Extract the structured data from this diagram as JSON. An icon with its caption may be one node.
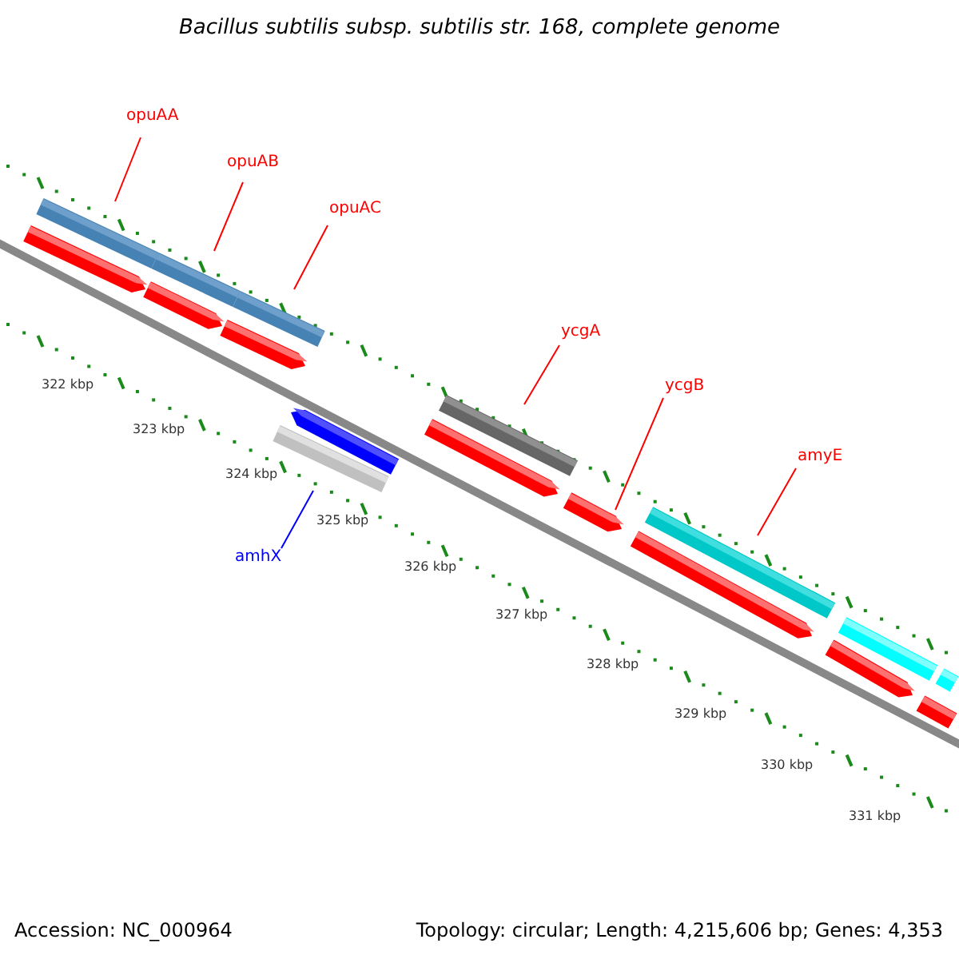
{
  "diagram": {
    "title": "Bacillus subtilis subsp. subtilis str. 168, complete genome",
    "nodes": [
      {
        "text": [
          "opuAA"
        ]
      },
      {
        "text": [],
        "shape": "bar"
      },
      {
        "text": [
          "opuAB"
        ]
      },
      {
        "text": [],
        "shape": "bar"
      },
      {
        "text": [
          "opuAC"
        ]
      },
      {
        "text": [],
        "shape": "bar"
      },
      {
        "text": [
          "ycgA"
        ]
      },
      {
        "text": [],
        "shape": "bar"
      },
      {
        "text": [
          "ycgB"
        ]
      },
      {
        "text": [],
        "shape": "bar"
      },
      {
        "text": [
          "amyE"
        ]
      },
      {
        "text": [],
        "shape": "bar"
      },
      {
        "text": [
          "amhX"
        ]
      },
      {
        "text": [],
        "shape": "bar"
      }
    ],
    "edges": [
      {
        "from": 0,
        "to": 1,
        "arrow": "none"
      },
      {
        "from": 2,
        "to": 3,
        "arrow": "none"
      },
      {
        "from": 4,
        "to": 5,
        "arrow": "none"
      },
      {
        "from": 6,
        "to": 7,
        "arrow": "none"
      },
      {
        "from": 8,
        "to": 9,
        "arrow": "none"
      },
      {
        "from": 10,
        "to": 11,
        "arrow": "none"
      },
      {
        "from": 12,
        "to": 13,
        "arrow": "none",
        "color": "#0000ff"
      }
    ],
    "labels": [
      "322 kbp",
      "323 kbp",
      "324 kbp",
      "325 kbp",
      "326 kbp",
      "327 kbp",
      "328 kbp",
      "329 kbp",
      "330 kbp",
      "331 kbp",
      "Accession: NC_000964",
      "Topology: circular; Length: 4,215,606 bp; Genes: 4,353"
    ]
  }
}
